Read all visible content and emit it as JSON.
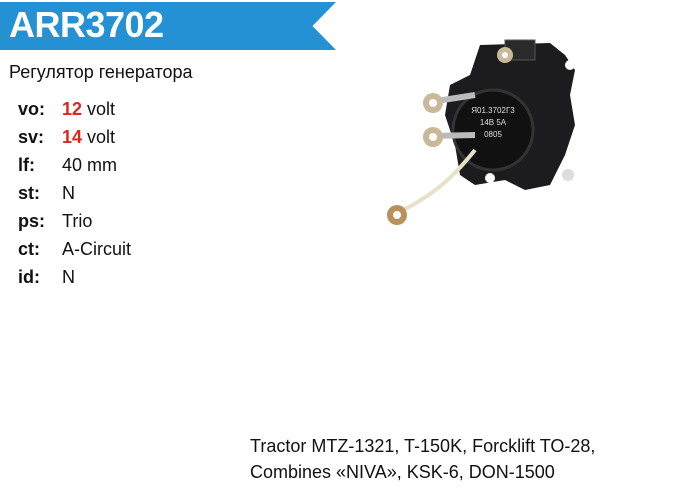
{
  "header": {
    "code": "ARR3702",
    "subtitle": "Регулятор генератора"
  },
  "specs": [
    {
      "key": "vo:",
      "num": "12",
      "unit": "volt"
    },
    {
      "key": "sv:",
      "num": "14",
      "unit": "volt"
    },
    {
      "key": "lf:",
      "value": "40 mm"
    },
    {
      "key": "st:",
      "value": "N"
    },
    {
      "key": "ps:",
      "value": "Trio"
    },
    {
      "key": "ct:",
      "value": "A-Circuit"
    },
    {
      "key": "id:",
      "value": "N"
    }
  ],
  "image": {
    "label1": "Я01.3702Г3",
    "label2": "14В 5А",
    "label3": "0805"
  },
  "applications": [
    "Tractor MTZ-1321, T-150K, Forcklift TO-28,",
    "Combines «NIVA», KSK-6, DON-1500"
  ],
  "colors": {
    "accent": "#2391d3",
    "highlight": "#e0261c"
  }
}
